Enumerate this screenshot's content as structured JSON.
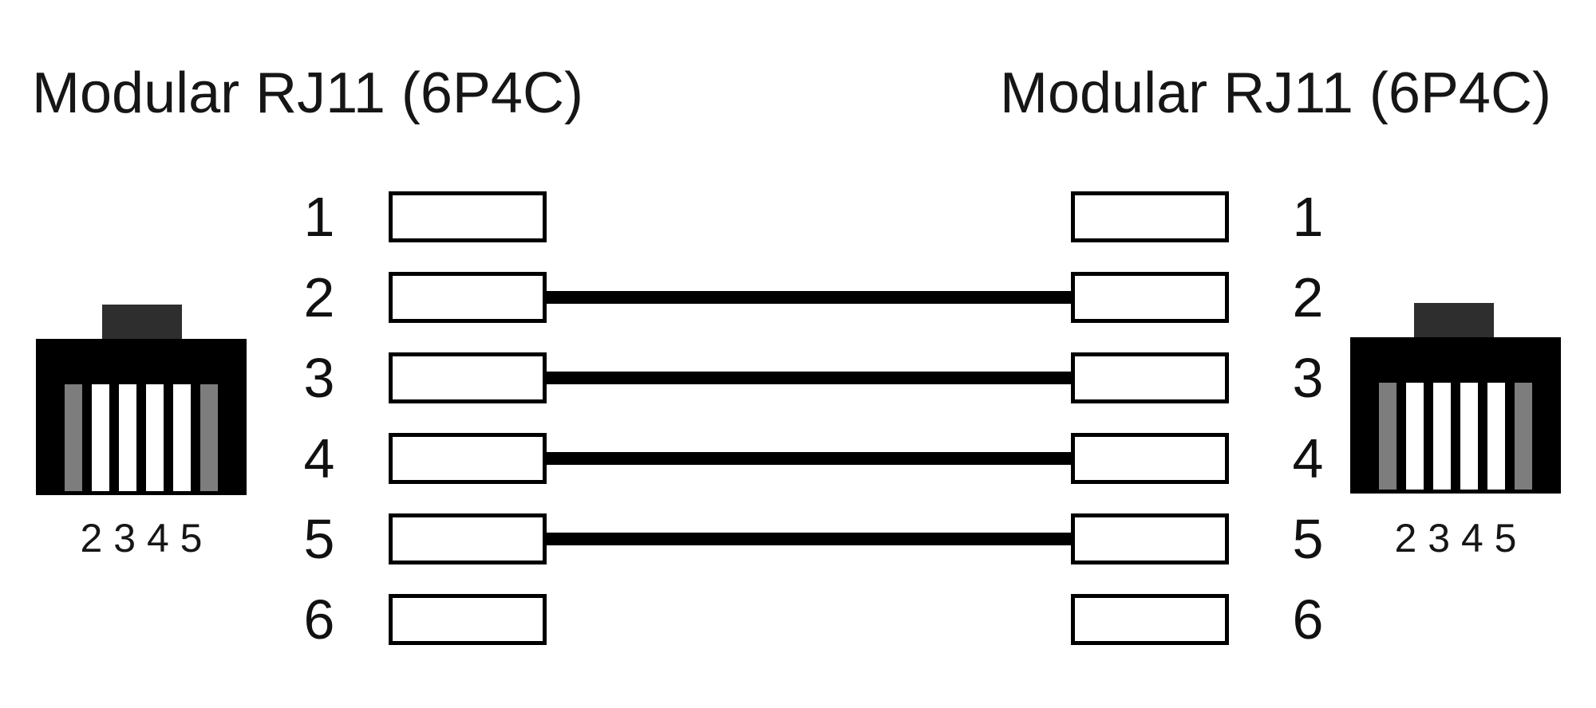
{
  "left": {
    "title": "Modular RJ11 (6P4C)",
    "connector_label": "2 3 4 5"
  },
  "right": {
    "title": "Modular RJ11 (6P4C)",
    "connector_label": "2 3 4 5"
  },
  "pins": [
    "1",
    "2",
    "3",
    "4",
    "5",
    "6"
  ],
  "connections": [
    {
      "from_pin": "2",
      "to_pin": "2"
    },
    {
      "from_pin": "3",
      "to_pin": "3"
    },
    {
      "from_pin": "4",
      "to_pin": "4"
    },
    {
      "from_pin": "5",
      "to_pin": "5"
    }
  ],
  "colors": {
    "wire": "#000000",
    "connector_body": "#000000",
    "connector_tab": "#2e2e2e",
    "slot_gray": "#7d7d7d",
    "slot_white": "#ffffff",
    "text": "#161616",
    "background": "#ffffff"
  }
}
